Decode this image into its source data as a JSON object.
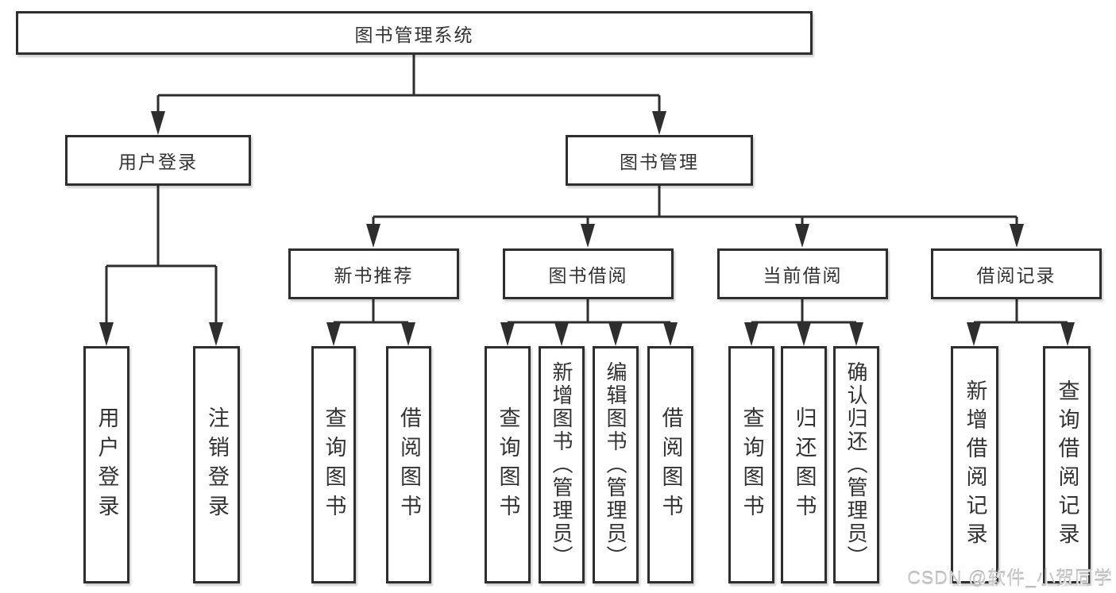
{
  "diagram_title": "图书管理系统",
  "tree": {
    "root": "图书管理系统",
    "branches": {
      "user_login": "用户登录",
      "book_mgmt": "图书管理"
    },
    "modules": {
      "new_book_rec": "新书推荐",
      "book_borrow": "图书借阅",
      "current_borrow": "当前借阅",
      "borrow_record": "借阅记录"
    },
    "leaves": {
      "user_login_leaf": "用户登录",
      "logout": "注销登录",
      "nb_query": "查询图书",
      "nb_borrow": "借阅图书",
      "bb_query": "查询图书",
      "bb_add": "新增图书（管理员）",
      "bb_edit": "编辑图书（管理员）",
      "bb_borrow": "借阅图书",
      "cb_query": "查询图书",
      "cb_return": "归还图书",
      "cb_confirm": "确认归还（管理员）",
      "br_add": "新增借阅记录",
      "br_query": "查询借阅记录"
    }
  },
  "watermark": "CSDN @软件_小贺同学",
  "colors": {
    "line": "#2e2e2e",
    "text": "#333333",
    "background": "#ffffff",
    "watermark": "#c9c9c9"
  }
}
